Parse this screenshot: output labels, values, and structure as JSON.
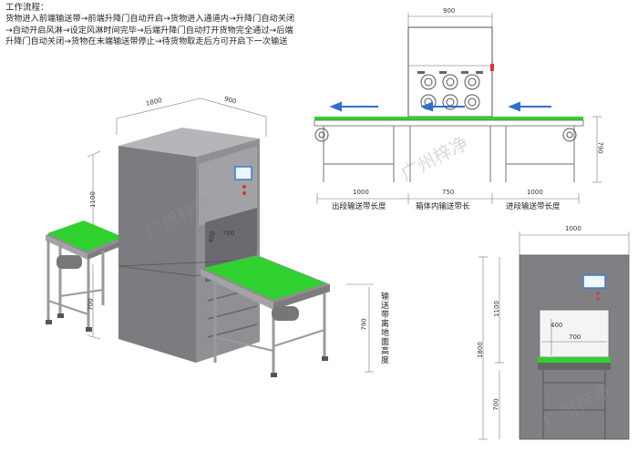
{
  "process": {
    "title": "工作流程：",
    "lines": [
      "货物进入前端输送带→前端升降门自动开启→货物进入通道内→升降门自动关闭",
      "→自动开启风淋→设定风淋时间完毕→后端升降门自动打开货物完全通过→后端",
      "升降门自动关闭→货物在末端输送带停止→待货物取走后方可开启下一次输送"
    ]
  },
  "iso": {
    "dim_1800": "1800",
    "dim_900": "900",
    "dim_1100": "1100",
    "dim_700": "700",
    "dim_400": "400",
    "dim_700b": "700",
    "height_label": "输送带离地面高度"
  },
  "top": {
    "dim_900": "900",
    "dim_790": "790",
    "dim_out": "1000",
    "dim_mid": "750",
    "dim_in": "1000",
    "cap_out": "出段输送带长度",
    "cap_mid": "箱体内输送带长",
    "cap_in": "进段输送带长度"
  },
  "front": {
    "dim_1000": "1000",
    "dim_1100": "1100",
    "dim_1800": "1800",
    "dim_700": "700",
    "dim_400": "400",
    "dim_700w": "700"
  },
  "watermark": "广州梓净",
  "colors": {
    "belt": "#2fd12f",
    "cabinet": "#8a8a8e",
    "frame": "#9a9a9a"
  }
}
